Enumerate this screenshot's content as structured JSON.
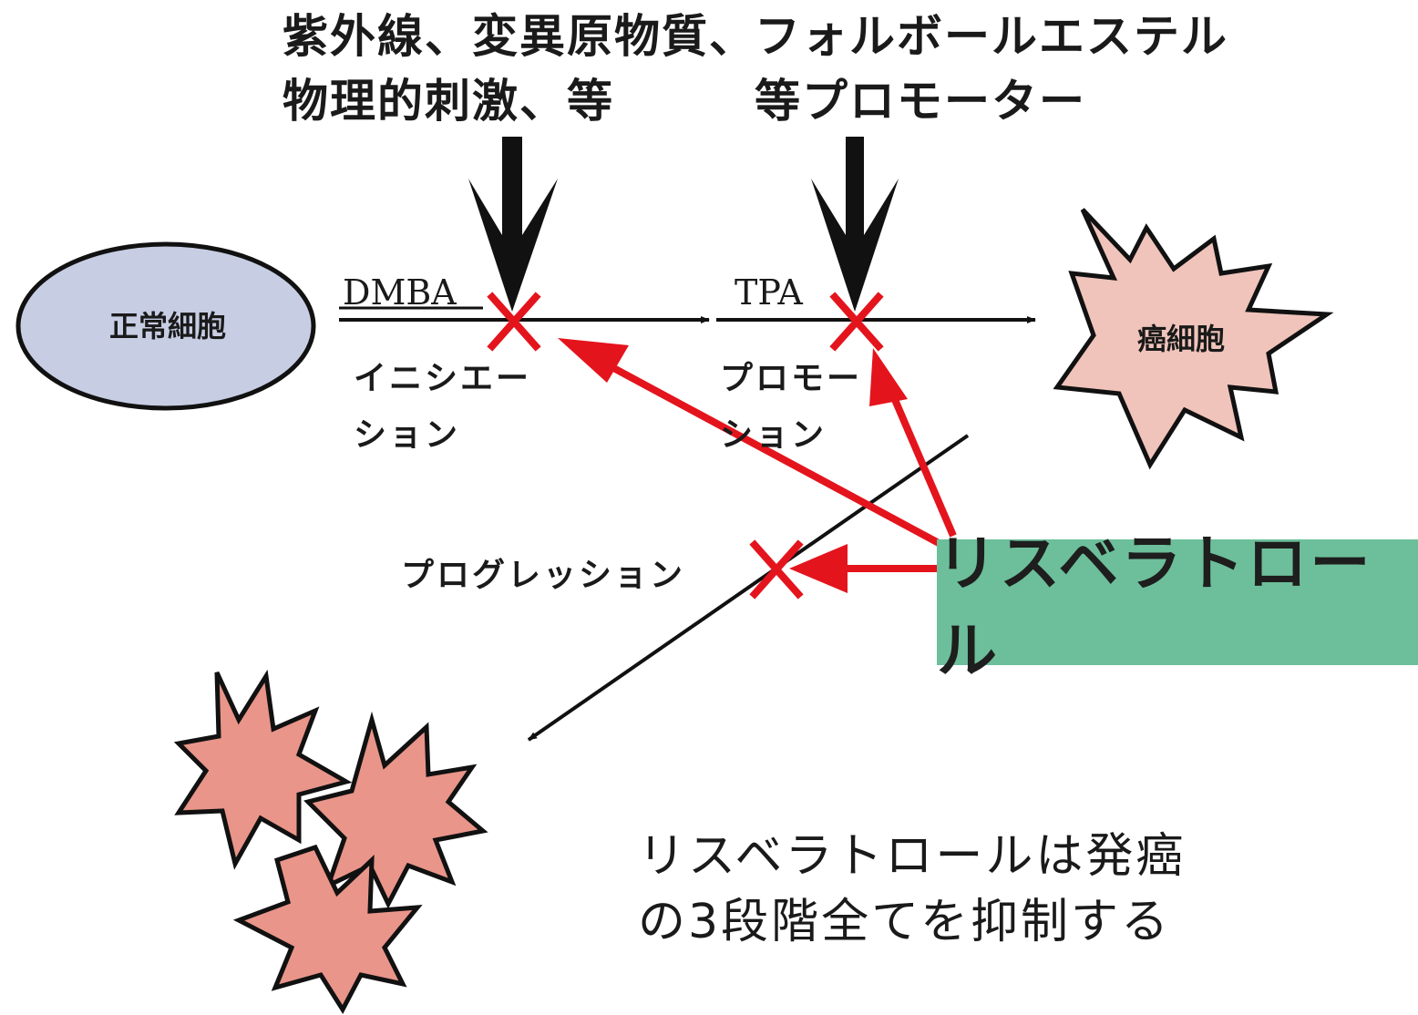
{
  "triggers": {
    "initiator_line1": "紫外線、変異原物質、",
    "initiator_line2": "物理的刺激、等",
    "promoter_line1": "フォルボールエステル",
    "promoter_line2": "等プロモーター"
  },
  "stages": {
    "dmba": "DMBA",
    "tpa": "TPA",
    "initiation_line1": "イニシエー",
    "initiation_line2": "ション",
    "promotion_line1": "プロモー",
    "promotion_line2": "ション",
    "progression": "プログレッション"
  },
  "cells": {
    "normal": "正常細胞",
    "cancer": "癌細胞"
  },
  "agent": "リスベラトロール",
  "caption": {
    "line1": "リスベラトロールは発癌",
    "line2": "の3段階全てを抑制する"
  },
  "colors": {
    "normal_cell": "#c7cde3",
    "cancer_cell": "#f0c4bb",
    "metastasis_cell": "#e9958a",
    "inhibition": "#e4141d",
    "agent_box": "#6cbf9a",
    "arrow": "#111111"
  }
}
